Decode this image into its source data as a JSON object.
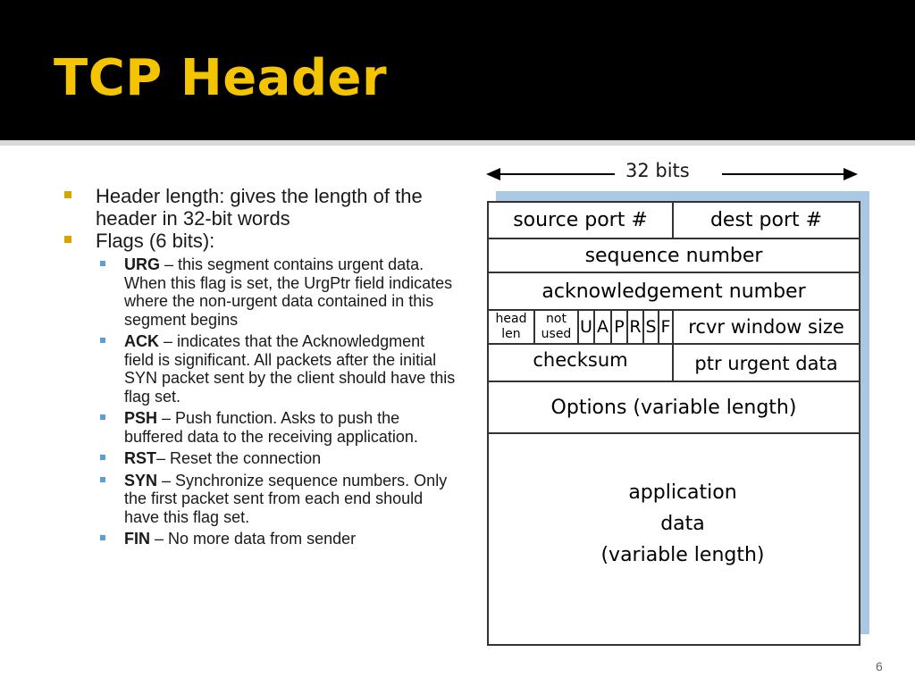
{
  "slide": {
    "title": "TCP Header",
    "page_number": "6"
  },
  "bullets": {
    "header_length": "Header length: gives the length of the header in 32-bit words",
    "flags_title": "Flags (6 bits):",
    "flags": [
      {
        "name": "URG",
        "text": " – this segment contains urgent data. When this flag is set, the UrgPtr field indicates where the non-urgent data contained in this segment begins"
      },
      {
        "name": "ACK",
        "text": " – indicates that the Acknowledgment field is significant. All packets after the initial SYN packet sent by the client should have this flag set."
      },
      {
        "name": "PSH",
        "text": " – Push function. Asks to push the buffered data to the receiving application."
      },
      {
        "name": "RST",
        "text": "– Reset the connection"
      },
      {
        "name": "SYN",
        "text": " – Synchronize sequence numbers. Only the first packet sent from each end should have this flag set."
      },
      {
        "name": "FIN",
        "text": " – No more data from sender"
      }
    ]
  },
  "diagram": {
    "width_label": "32 bits",
    "source_port": "source port #",
    "dest_port": "dest port #",
    "sequence_number": "sequence number",
    "ack_number": "acknowledgement number",
    "head_len_1": "head",
    "head_len_2": "len",
    "not_used_1": "not",
    "not_used_2": "used",
    "flag_letters": [
      "U",
      "A",
      "P",
      "R",
      "S",
      "F"
    ],
    "rcvr_window": "rcvr window size",
    "checksum": "checksum",
    "urgent_ptr": "ptr urgent data",
    "options": "Options (variable length)",
    "app_data_1": "application",
    "app_data_2": "data",
    "app_data_3": "(variable length)"
  },
  "colors": {
    "title_bg": "#000000",
    "title_text": "#f4c400",
    "bullet_l1": "#d9a400",
    "bullet_l2": "#5aa0d0",
    "header_shadow": "#a9c8e4"
  }
}
